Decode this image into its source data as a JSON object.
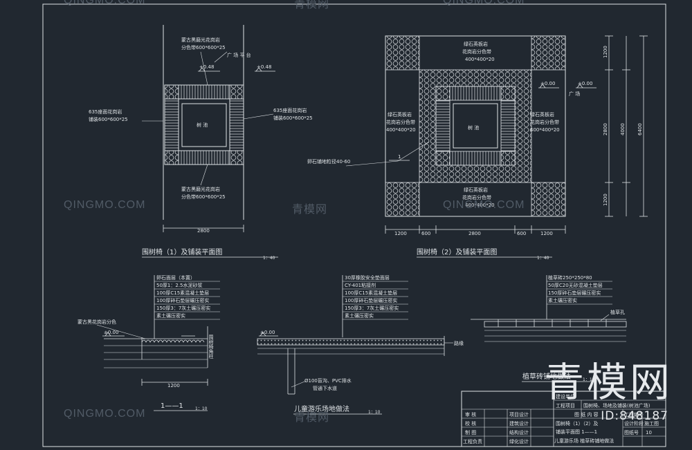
{
  "colors": {
    "background": "#212830",
    "line": "#dfe3e6",
    "dim_red": "#d9534f",
    "accent_magenta": "#e84ad8",
    "hatch": "#c8ccd0"
  },
  "plan1": {
    "top_label_l1": "蒙古黑磨光花岗岩",
    "top_label_l2": "分色带600*600*25",
    "plaza_label": "广  场  平  台",
    "elev_left": "+0.48",
    "elev_right": "+0.48",
    "left_label_l1": "635座面花岗岩",
    "left_label_l2": "铺装600*600*25",
    "right_label_l1": "635座面花岗岩",
    "right_label_l2": "铺装600*600*25",
    "tree_pit": "树  池",
    "bottom_label_l1": "蒙古黑磨光花岗岩",
    "bottom_label_l2": "分色带600*600*25",
    "dimension": "2800",
    "title": "围树椅（1）及铺装平面图",
    "scale": "1：40"
  },
  "plan2": {
    "top_label_l1": "绿石英板岩",
    "top_label_l2": "花岗岩分色带",
    "top_label_l3": "400*400*20",
    "elev_left": "±0.00",
    "elev_right": "±0.00",
    "plaza_label": "广 场",
    "left_label_l1": "绿石英板岩",
    "left_label_l2": "花岗岩分色带",
    "left_label_l3": "400*400*20",
    "right_label_l1": "绿石英板岩",
    "right_label_l2": "花岗岩分色带",
    "right_label_l3": "400*400*20",
    "pebble_label": "卵石铺地粒径40-60",
    "section_mark": "1",
    "tree_pit": "树  池",
    "bottom_label_l1": "绿石英板岩",
    "bottom_label_l2": "花岗岩分色带",
    "bottom_label_l3": "400*400*20",
    "dims_bottom": [
      "1200",
      "600",
      "2800",
      "600",
      "1200"
    ],
    "dims_right": [
      "1200",
      "2800",
      "1200"
    ],
    "dim_right_mid": "4000",
    "dim_right_total": "6400",
    "title": "围树椅（2）及铺装平面图",
    "scale": "1：40"
  },
  "section1": {
    "layers": [
      "卵石面层（本置）",
      "50厚1：2.5水泥砂浆",
      "100厚C15素混凝土垫层",
      "100厚碎石垫层碾压密实",
      "150厚3：7灰土碾压密实",
      "素土碾压密实"
    ],
    "side_label": "蒙古黑花岗岩分色",
    "elev": "±0.00",
    "post_label": "围树椅角柱",
    "dimension": "1200",
    "title": "1——1",
    "scale": "1：10"
  },
  "section2": {
    "layers": [
      "30厚橡胶安全垫面层",
      "CY-401粘接剂",
      "100厚C15素混凝土垫层",
      "100厚碎石垫层碾压密实",
      "150厚3：7灰土碾压密实",
      "素土碾压密实"
    ],
    "elev": "±0.00",
    "edge_label": "路缘",
    "pipe_label_l1": "Ø100盲沟、PVC排水",
    "pipe_label_l2": "管通下水道",
    "title": "儿童游乐场地做法",
    "scale": "1：10"
  },
  "section3": {
    "layers": [
      "植草砖250*250*80",
      "50厚C20无砂混凝土垫层",
      "150厚碎石垫层碾压密实",
      "素土碾压密实"
    ],
    "grass_hole": "植草孔",
    "title": "植草砖铺地做法",
    "scale": "1：10"
  },
  "title_block": {
    "rows_left": [
      [
        "审  核",
        "项目设计"
      ],
      [
        "校  核",
        "建筑设计"
      ],
      [
        "制  图",
        "结构设计"
      ],
      [
        "工程负责",
        "绿化设计"
      ]
    ],
    "build_unit_label": "建设单位",
    "project_label": "工程项目",
    "project_value": "围树椅、场地及铺装(树池广场)",
    "contents_label": "图  纸  内  容",
    "contents_l1": "围树椅（1）（2）及",
    "contents_l2": "铺装平面图    1——1",
    "contents_l3": "儿童游乐场  植草砖铺地做法",
    "project_no_label": "工程编号",
    "stage_label": "设计阶段",
    "stage_value": "施工图",
    "drawing_no_label": "图纸号",
    "drawing_no_value": "10"
  },
  "watermarks": {
    "latin": "QINGMO.COM",
    "cn": "青模网",
    "cn_big": "青模网",
    "id": "ID:848187"
  }
}
